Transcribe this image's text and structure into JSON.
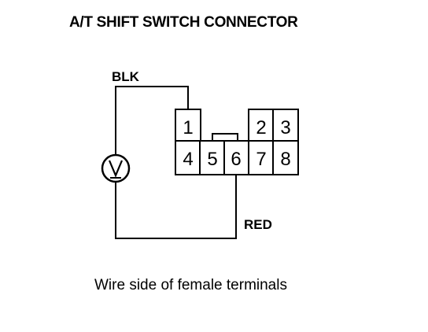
{
  "title": "A/T SHIFT SWITCH CONNECTOR",
  "wires": {
    "top": "BLK",
    "bottom": "RED"
  },
  "connector": {
    "terminals": [
      "1",
      "2",
      "3",
      "4",
      "5",
      "6",
      "7",
      "8"
    ]
  },
  "meter": {
    "symbol": "V"
  },
  "caption": "Wire side of female terminals"
}
